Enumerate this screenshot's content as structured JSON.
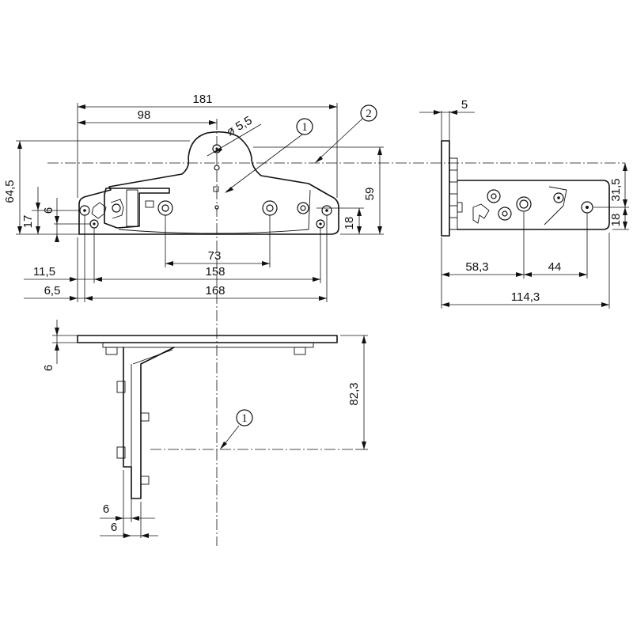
{
  "dimensions": {
    "top_view": {
      "width_181": "181",
      "width_98": "98",
      "hole_dia": "ø 5,5",
      "height_64_5": "64,5",
      "height_17": "17",
      "height_6": "6",
      "height_59": "59",
      "height_18": "18",
      "hole_spacing_73": "73",
      "offset_11_5": "11,5",
      "hole_spacing_158": "158",
      "offset_6_5": "6,5",
      "hole_spacing_168": "168"
    },
    "side_view": {
      "thickness_5": "5",
      "height_31_5": "31,5",
      "height_18": "18",
      "length_58_3": "58,3",
      "length_44": "44",
      "length_114_3": "114,3"
    },
    "front_view": {
      "thickness_6": "6",
      "height_82_3": "82,3",
      "flange_6_a": "6",
      "flange_6_b": "6"
    }
  },
  "callouts": {
    "ref_1_top": "1",
    "ref_2": "2",
    "ref_1_front": "1"
  }
}
